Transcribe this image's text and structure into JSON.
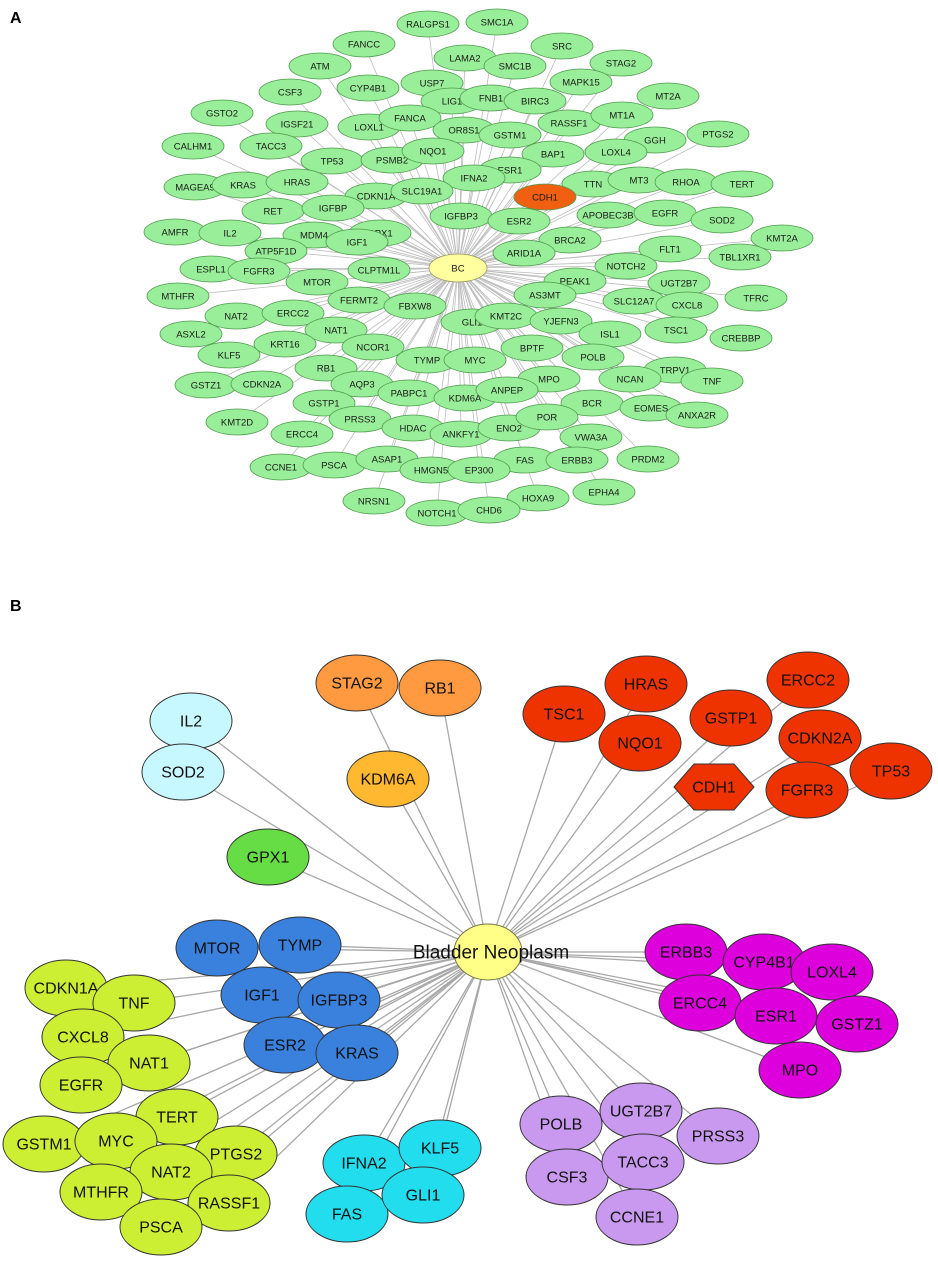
{
  "panels": {
    "a_label": "A",
    "b_label": "B"
  },
  "colors": {
    "a_node_fill": "#99ee99",
    "a_node_stroke": "#4f9a4f",
    "a_hub_fill": "#ffffa0",
    "a_highlight_fill": "#f06010",
    "b_hub_fill": "#ffff88"
  },
  "panelA": {
    "hub": "BC",
    "highlight": "CDH1",
    "nodes": [
      "RALGPS1",
      "SMC1A",
      "FANCC",
      "SRC",
      "ATM",
      "LAMA2",
      "SMC1B",
      "STAG2",
      "CSF3",
      "CYP4B1",
      "USP7",
      "MAPK15",
      "GSTO2",
      "IGSF21",
      "LIG1",
      "FNB1",
      "BIRC3",
      "MT2A",
      "LOXL1",
      "FANCA",
      "RASSF1",
      "MT1A",
      "CALHM1",
      "TACC3",
      "OR8S1",
      "GSTM1",
      "GGH",
      "PTGS2",
      "TP53",
      "PSMB2",
      "NQO1",
      "BAP1",
      "LOXL4",
      "MAGEA9",
      "KRAS",
      "HRAS",
      "ESR1",
      "IFNA2",
      "TTN",
      "MT3",
      "RHOA",
      "TERT",
      "CDKN1A",
      "SLC19A1",
      "CDH1",
      "RET",
      "IGFBP",
      "IGFBP3",
      "ESR2",
      "APOBEC3B",
      "EGFR",
      "SOD2",
      "AMFR",
      "IL2",
      "MDM4",
      "GPX1",
      "IGF1",
      "BRCA2",
      "ARID1A",
      "FLT1",
      "KMT2A",
      "ATP5F1D",
      "TBL1XR1",
      "ESPL1",
      "FGFR3",
      "CLPTM1L",
      "NOTCH2",
      "MTOR",
      "UGT2B7",
      "MTHFR",
      "PEAK1",
      "SLC12A7",
      "FERMT2",
      "CXCL8",
      "TFRC",
      "NAT2",
      "ERCC2",
      "FBXW8",
      "AS3MT",
      "ASXL2",
      "NAT1",
      "GLI1",
      "KMT2C",
      "YJEFN3",
      "ISL1",
      "TSC1",
      "CREBBP",
      "KLF5",
      "KRT16",
      "NCOR1",
      "BPTF",
      "POLB",
      "RB1",
      "TYMP",
      "MYC",
      "TRPV1",
      "GSTZ1",
      "CDKN2A",
      "AQP3",
      "MPO",
      "NCAN",
      "TNF",
      "PABPC1",
      "KDM6A",
      "ANPEP",
      "GSTP1",
      "BCR",
      "KMT2D",
      "PRSS3",
      "EOMES",
      "ANXA2R",
      "ERCC4",
      "HDAC",
      "ANKFY1",
      "ENO2",
      "POR",
      "VWA3A",
      "CCNE1",
      "PSCA",
      "ASAP1",
      "FAS",
      "ERBB3",
      "PRDM2",
      "HMGN5",
      "EP300",
      "NRSN1",
      "HOXA9",
      "EPHA4",
      "NOTCH1",
      "CHD6"
    ]
  },
  "panelB": {
    "hub": "Bladder Neoplasm",
    "clusters": [
      {
        "color": "#c8f8ff",
        "nodes": [
          "IL2",
          "SOD2"
        ]
      },
      {
        "color": "#ff9a40",
        "nodes": [
          "STAG2",
          "RB1"
        ]
      },
      {
        "color": "#ffb830",
        "nodes": [
          "KDM6A"
        ]
      },
      {
        "color": "#66dd44",
        "nodes": [
          "GPX1"
        ]
      },
      {
        "color": "#ee3300",
        "nodes": [
          "TSC1",
          "HRAS",
          "NQO1",
          "GSTP1",
          "ERCC2",
          "CDKN2A",
          "CDH1",
          "FGFR3",
          "TP53"
        ]
      },
      {
        "color": "#3a80dd",
        "nodes": [
          "MTOR",
          "TYMP",
          "IGF1",
          "IGFBP3",
          "ESR2",
          "KRAS"
        ]
      },
      {
        "color": "#dd00dd",
        "nodes": [
          "ERBB3",
          "CYP4B1",
          "LOXL4",
          "ERCC4",
          "ESR1",
          "GSTZ1",
          "MPO"
        ]
      },
      {
        "color": "#ccee33",
        "nodes": [
          "CDKN1A",
          "TNF",
          "CXCL8",
          "NAT1",
          "EGFR",
          "TERT",
          "GSTM1",
          "MYC",
          "PTGS2",
          "NAT2",
          "MTHFR",
          "RASSF1",
          "PSCA"
        ]
      },
      {
        "color": "#22ddee",
        "nodes": [
          "IFNA2",
          "KLF5",
          "FAS",
          "GLI1"
        ]
      },
      {
        "color": "#c899ee",
        "nodes": [
          "POLB",
          "UGT2B7",
          "PRSS3",
          "CSF3",
          "TACC3",
          "CCNE1"
        ]
      }
    ]
  }
}
